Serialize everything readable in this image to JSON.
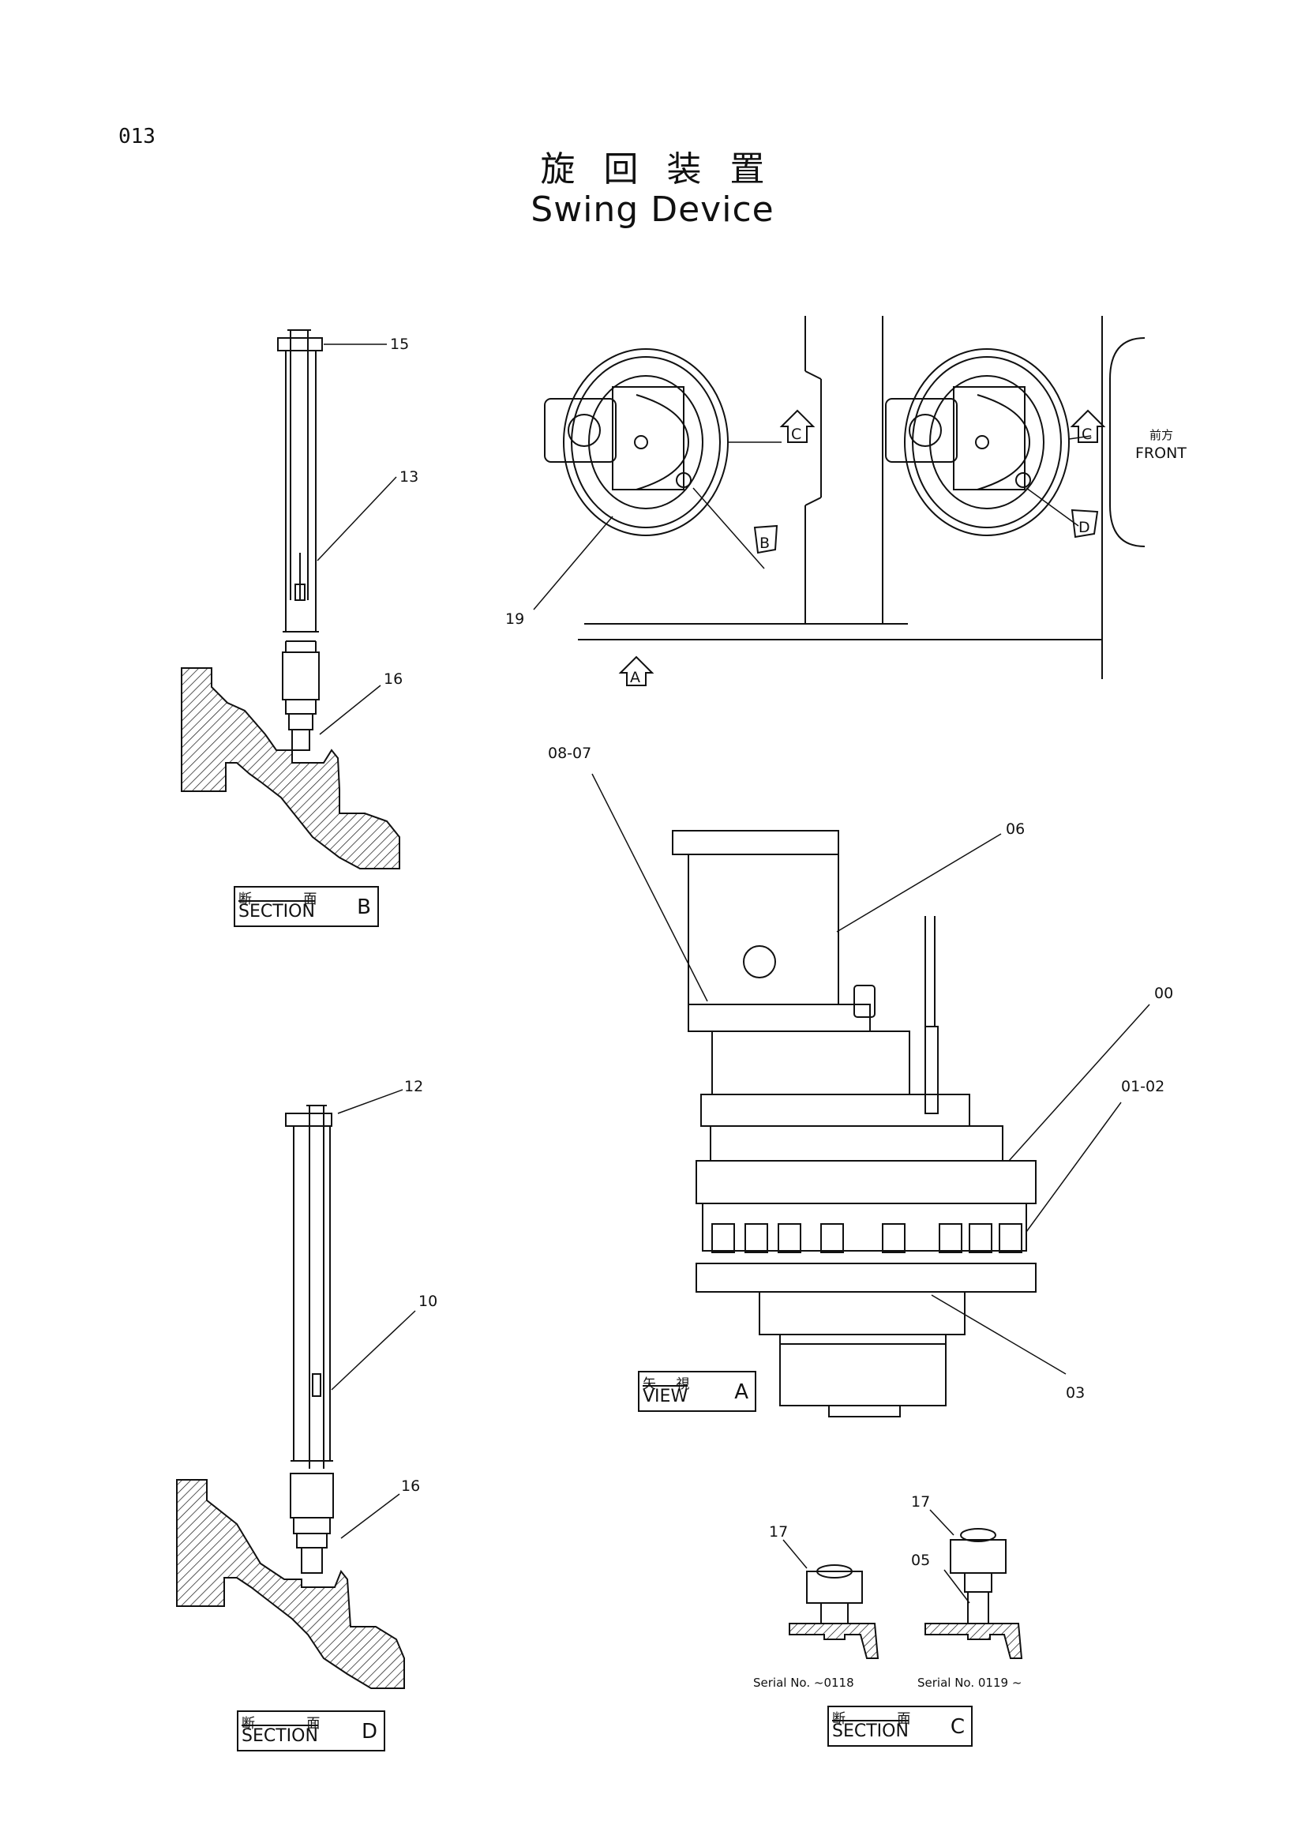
{
  "header": {
    "page_number": "013",
    "title_jp": "旋回装置",
    "title_en": "Swing Device"
  },
  "callouts": {
    "c15": "15",
    "c13": "13",
    "c16a": "16",
    "c12": "12",
    "c10": "10",
    "c16b": "16",
    "c19": "19",
    "c0807": "08-07",
    "c06": "06",
    "c00": "00",
    "c0102": "01-02",
    "c03": "03",
    "c17a": "17",
    "c17b": "17",
    "c05": "05"
  },
  "view_arrows": {
    "c1": "C",
    "b": "B",
    "c2": "C",
    "d": "D",
    "a": "A"
  },
  "front": {
    "jp": "前方",
    "en": "FRONT"
  },
  "labels": {
    "section_b": {
      "jp": "断 面",
      "en": "SECTION",
      "letter": "B"
    },
    "section_d": {
      "jp": "断 面",
      "en": "SECTION",
      "letter": "D"
    },
    "section_c": {
      "jp": "断 面",
      "en": "SECTION",
      "letter": "C"
    },
    "view_a": {
      "jp": "矢 視",
      "en": "VIEW",
      "letter": "A"
    }
  },
  "serials": {
    "left": "Serial No. ~0118",
    "right": "Serial No. 0119 ~"
  }
}
